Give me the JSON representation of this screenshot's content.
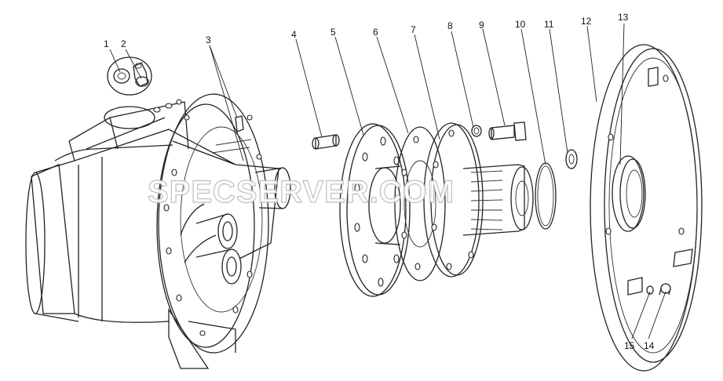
{
  "watermark": "SPECSERVER.COM",
  "callouts": [
    {
      "label": "1"
    },
    {
      "label": "2"
    },
    {
      "label": "3"
    },
    {
      "label": "4"
    },
    {
      "label": "5"
    },
    {
      "label": "6"
    },
    {
      "label": "7"
    },
    {
      "label": "8"
    },
    {
      "label": "9"
    },
    {
      "label": "10"
    },
    {
      "label": "11"
    },
    {
      "label": "12"
    },
    {
      "label": "13"
    },
    {
      "label": "14"
    },
    {
      "label": "15"
    }
  ]
}
